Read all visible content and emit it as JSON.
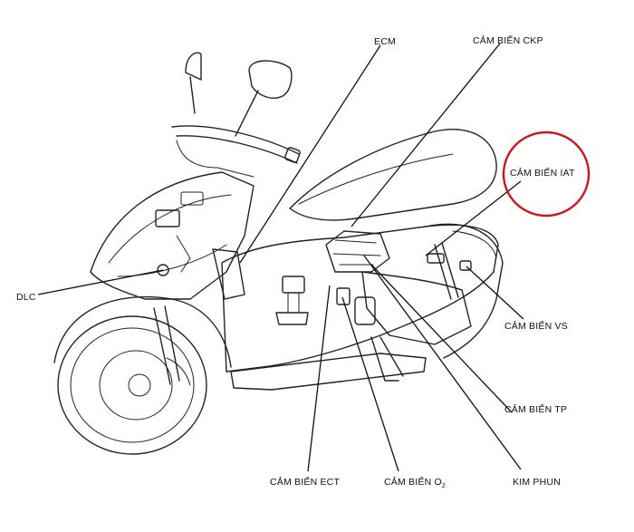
{
  "labels": {
    "ecm": "ECM",
    "ckp": "CẢM BIẾN CKP",
    "iat": "CẢM BIẾN IAT",
    "dlc": "DLC",
    "vs": "CẢM BIẾN VS",
    "tp": "CẢM BIẾN TP",
    "ect": "CẢM BIẾN ECT",
    "o2_prefix": "CẢM BIẾN O",
    "o2_sub": "2",
    "injector": "KIM PHUN"
  },
  "colors": {
    "highlight_circle": "#d0141e",
    "line": "#222222"
  }
}
